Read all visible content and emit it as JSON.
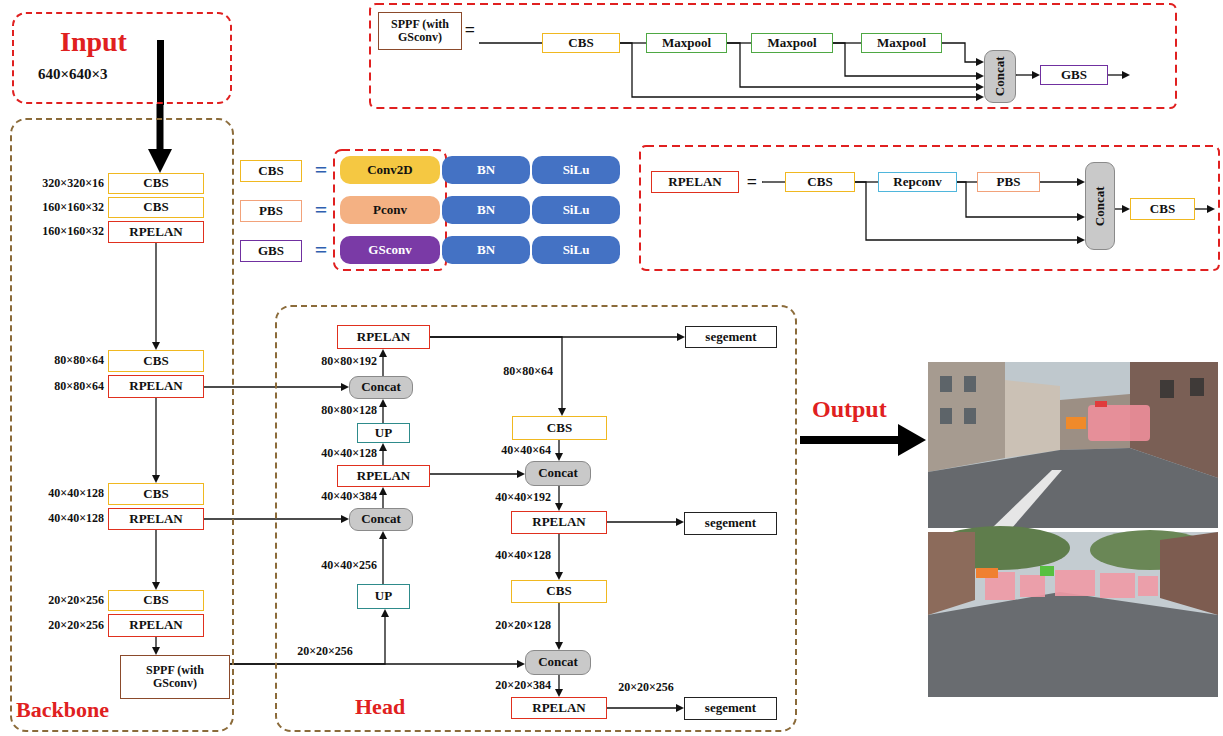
{
  "diagram": {
    "nodes": [
      {
        "text": [
          "Input",
          "640×640×3"
        ]
      },
      {
        "text": [
          "SPPF (with GSconv)"
        ]
      },
      {
        "text": [
          "CBS"
        ]
      },
      {
        "text": [
          "Maxpool"
        ]
      },
      {
        "text": [
          "Maxpool"
        ]
      },
      {
        "text": [
          "Maxpool"
        ]
      },
      {
        "text": [
          "Concat"
        ]
      },
      {
        "text": [
          "GBS"
        ]
      },
      {
        "text": [
          "CBS"
        ]
      },
      {
        "text": [
          "Conv2D"
        ]
      },
      {
        "text": [
          "BN"
        ]
      },
      {
        "text": [
          "SiLu"
        ]
      },
      {
        "text": [
          "RPELAN"
        ]
      },
      {
        "text": [
          "CBS"
        ]
      },
      {
        "text": [
          "Repconv"
        ]
      },
      {
        "text": [
          "PBS"
        ]
      },
      {
        "text": [
          "Concat"
        ]
      },
      {
        "text": [
          "CBS"
        ]
      },
      {
        "text": [
          "PBS"
        ]
      },
      {
        "text": [
          "Pconv"
        ]
      },
      {
        "text": [
          "BN"
        ]
      },
      {
        "text": [
          "SiLu"
        ]
      },
      {
        "text": [
          "GBS"
        ]
      },
      {
        "text": [
          "GSconv"
        ]
      },
      {
        "text": [
          "BN"
        ]
      },
      {
        "text": [
          "SiLu"
        ]
      },
      {
        "text": [
          "Backbone"
        ]
      },
      {
        "text": [
          "CBS"
        ],
        "in": 26
      },
      {
        "text": [
          "CBS"
        ],
        "in": 26
      },
      {
        "text": [
          "RPELAN"
        ],
        "in": 26
      },
      {
        "text": [
          "CBS"
        ],
        "in": 26
      },
      {
        "text": [
          "RPELAN"
        ],
        "in": 26
      },
      {
        "text": [
          "CBS"
        ],
        "in": 26
      },
      {
        "text": [
          "RPELAN"
        ],
        "in": 26
      },
      {
        "text": [
          "CBS"
        ],
        "in": 26
      },
      {
        "text": [
          "RPELAN"
        ],
        "in": 26
      },
      {
        "text": [
          "SPPF (with GSconv)"
        ],
        "in": 26
      },
      {
        "text": [
          "Head"
        ]
      },
      {
        "text": [
          "RPELAN"
        ],
        "in": 37
      },
      {
        "text": [
          "segement"
        ],
        "in": 37
      },
      {
        "text": [
          "Concat"
        ],
        "in": 37
      },
      {
        "text": [
          "CBS"
        ],
        "in": 37
      },
      {
        "text": [
          "UP"
        ],
        "in": 37
      },
      {
        "text": [
          "RPELAN"
        ],
        "in": 37
      },
      {
        "text": [
          "Concat"
        ],
        "in": 37
      },
      {
        "text": [
          "Concat"
        ],
        "in": 37
      },
      {
        "text": [
          "RPELAN"
        ],
        "in": 37
      },
      {
        "text": [
          "segement"
        ],
        "in": 37
      },
      {
        "text": [
          "CBS"
        ],
        "in": 37
      },
      {
        "text": [
          "UP"
        ],
        "in": 37
      },
      {
        "text": [
          "Concat"
        ],
        "in": 37
      },
      {
        "text": [
          "RPELAN"
        ],
        "in": 37
      },
      {
        "text": [
          "segement"
        ],
        "in": 37
      }
    ],
    "edges": [
      {
        "from": 0,
        "to": 27,
        "arrow": "to"
      },
      {
        "from": 2,
        "to": 3,
        "arrow": "none"
      },
      {
        "from": 3,
        "to": 4,
        "arrow": "none"
      },
      {
        "from": 4,
        "to": 5,
        "arrow": "none"
      },
      {
        "from": 5,
        "to": 6,
        "arrow": "to"
      },
      {
        "from": 4,
        "to": 6,
        "arrow": "to"
      },
      {
        "from": 3,
        "to": 6,
        "arrow": "to"
      },
      {
        "from": 2,
        "to": 6,
        "arrow": "to"
      },
      {
        "from": 6,
        "to": 7,
        "arrow": "to"
      },
      {
        "from": 13,
        "to": 14,
        "arrow": "none"
      },
      {
        "from": 14,
        "to": 15,
        "arrow": "none"
      },
      {
        "from": 15,
        "to": 16,
        "arrow": "to"
      },
      {
        "from": 14,
        "to": 16,
        "arrow": "to"
      },
      {
        "from": 13,
        "to": 16,
        "arrow": "to"
      },
      {
        "from": 16,
        "to": 17,
        "arrow": "to"
      },
      {
        "from": 29,
        "to": 30,
        "arrow": "to"
      },
      {
        "from": 31,
        "to": 32,
        "arrow": "to"
      },
      {
        "from": 33,
        "to": 34,
        "arrow": "to"
      },
      {
        "from": 35,
        "to": 36,
        "arrow": "to"
      },
      {
        "from": 36,
        "to": 49,
        "arrow": "to"
      },
      {
        "from": 36,
        "to": 50,
        "arrow": "to"
      },
      {
        "from": 49,
        "to": 45,
        "arrow": "to"
      },
      {
        "from": 33,
        "to": 45,
        "arrow": "to"
      },
      {
        "from": 45,
        "to": 43,
        "arrow": "to"
      },
      {
        "from": 43,
        "to": 42,
        "arrow": "to"
      },
      {
        "from": 43,
        "to": 44,
        "arrow": "to"
      },
      {
        "from": 42,
        "to": 40,
        "arrow": "to"
      },
      {
        "from": 31,
        "to": 40,
        "arrow": "to"
      },
      {
        "from": 40,
        "to": 38,
        "arrow": "to"
      },
      {
        "from": 38,
        "to": 39,
        "arrow": "to"
      },
      {
        "from": 38,
        "to": 41,
        "arrow": "to"
      },
      {
        "from": 41,
        "to": 44,
        "arrow": "to"
      },
      {
        "from": 44,
        "to": 46,
        "arrow": "to"
      },
      {
        "from": 46,
        "to": 47,
        "arrow": "to"
      },
      {
        "from": 46,
        "to": 48,
        "arrow": "to"
      },
      {
        "from": 48,
        "to": 50,
        "arrow": "to"
      },
      {
        "from": 50,
        "to": 51,
        "arrow": "to"
      },
      {
        "from": 51,
        "to": 52,
        "arrow": "to"
      }
    ],
    "labels": [
      "=",
      "=",
      "=",
      "=",
      "=",
      "320×320×16",
      "160×160×32",
      "160×160×32",
      "80×80×64",
      "80×80×64",
      "40×40×128",
      "40×40×128",
      "20×20×256",
      "20×20×256",
      "80×80×192",
      "80×80×128",
      "40×40×128",
      "40×40×384",
      "40×40×256",
      "20×20×256",
      "80×80×64",
      "40×40×64",
      "40×40×192",
      "40×40×128",
      "20×20×128",
      "20×20×384",
      "20×20×256",
      "Output"
    ]
  }
}
